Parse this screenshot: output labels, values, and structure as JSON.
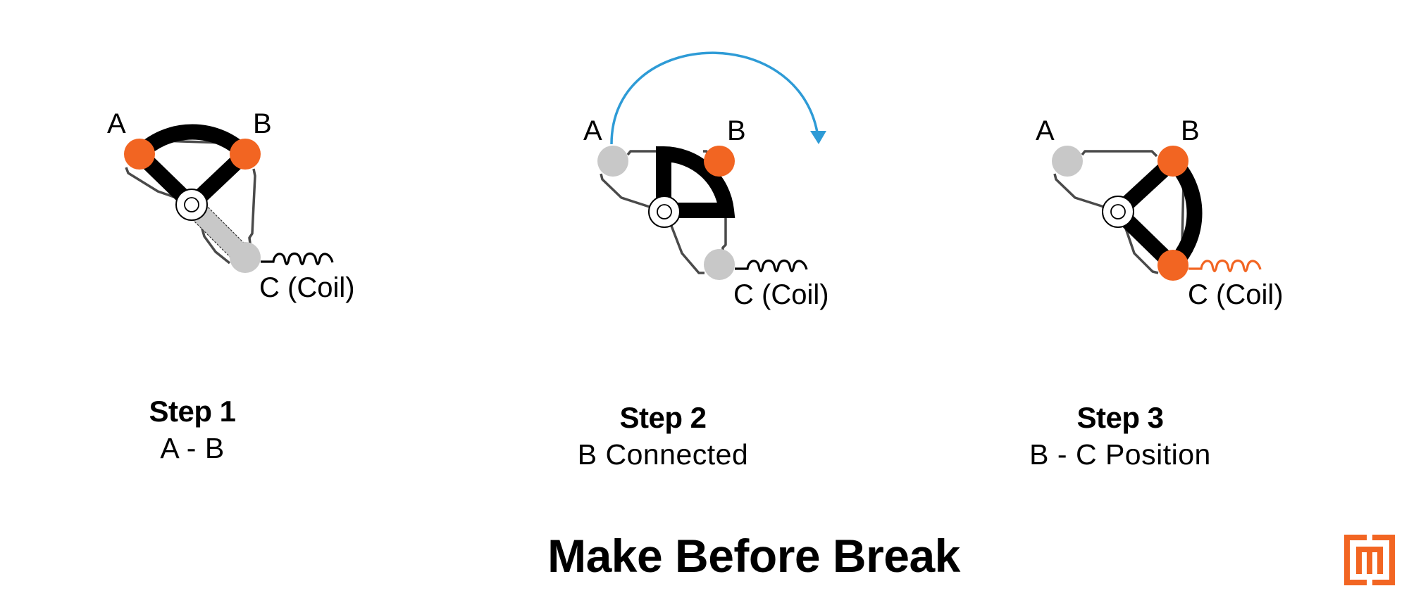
{
  "title": "Make Before Break",
  "colors": {
    "active": "#F26522",
    "inactive": "#C8C8C8",
    "contact_arm": "#000000",
    "wire": "#4A4A4A",
    "arrow": "#2E9BD6",
    "logo": "#F26522"
  },
  "steps": [
    {
      "title": "Step 1",
      "subtitle": "A - B",
      "node_labels": {
        "a": "A",
        "b": "B",
        "c": "C (Coil)"
      },
      "active_nodes": [
        "A",
        "B"
      ],
      "inactive_nodes": [
        "C"
      ]
    },
    {
      "title": "Step 2",
      "subtitle": "B Connected",
      "node_labels": {
        "a": "A",
        "b": "B",
        "c": "C (Coil)"
      },
      "active_nodes": [
        "B"
      ],
      "inactive_nodes": [
        "A",
        "C"
      ],
      "annotation": "rotation-arrow"
    },
    {
      "title": "Step 3",
      "subtitle": "B - C Position",
      "node_labels": {
        "a": "A",
        "b": "B",
        "c": "C (Coil)"
      },
      "active_nodes": [
        "B",
        "C"
      ],
      "inactive_nodes": [
        "A"
      ]
    }
  ],
  "logo": {
    "icon": "bracketed-m-logo-icon"
  }
}
